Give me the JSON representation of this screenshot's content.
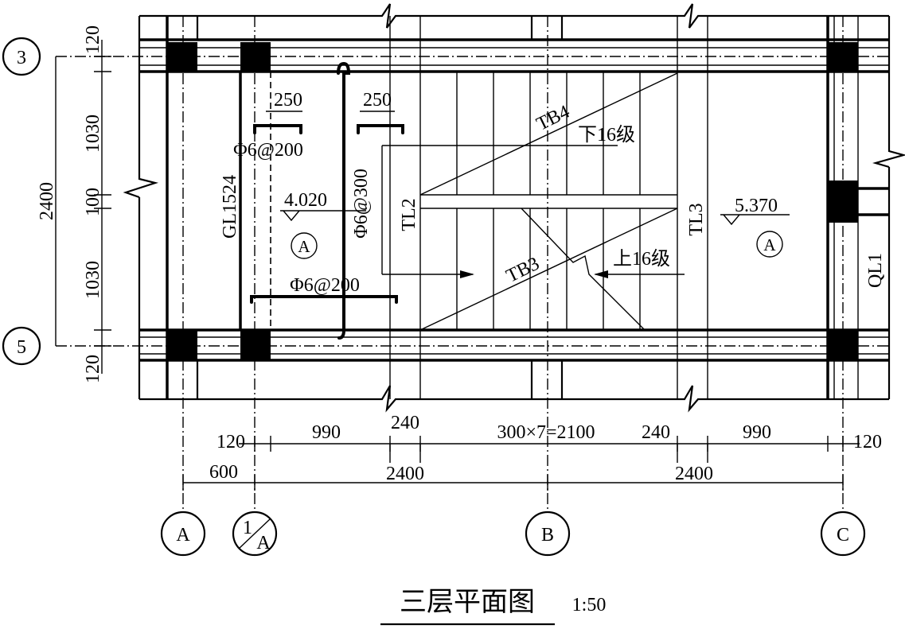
{
  "title": "三层平面图",
  "scale": "1:50",
  "grid_axes": {
    "row_top": "3",
    "row_bottom": "5",
    "col_a": "A",
    "col_1a_num": "1",
    "col_1a_den": "A",
    "col_b": "B",
    "col_c": "C"
  },
  "left_dims": {
    "total": "2400",
    "top_wall": "120",
    "upper_span": "1030",
    "middle": "100",
    "lower_span": "1030",
    "bottom_wall": "120"
  },
  "bottom_dims_row1": {
    "left_wall": "120",
    "left_landing": "990",
    "left_beam": "240",
    "treads": "300×7=2100",
    "right_beam": "240",
    "right_landing": "990",
    "right_wall": "120"
  },
  "bottom_dims_row2": {
    "a_offset": "600",
    "span_1": "2400",
    "span_2": "2400"
  },
  "labels": {
    "beam_gl": "GL1524",
    "rebar_top_left_spacing": "250",
    "rebar_top_right_spacing": "250",
    "rebar_dist_1": "Φ6@200",
    "rebar_vertical": "Φ6@300",
    "rebar_dist_2": "Φ6@200",
    "level_left": "4.020",
    "level_right": "5.370",
    "slab_type_left": "A",
    "slab_type_right": "A",
    "beam_tl2": "TL2",
    "beam_tl3": "TL3",
    "stair_upper": "TB4",
    "stair_lower": "TB3",
    "down_flight": "下16级",
    "up_flight": "上16级",
    "ring_beam": "QL1"
  }
}
